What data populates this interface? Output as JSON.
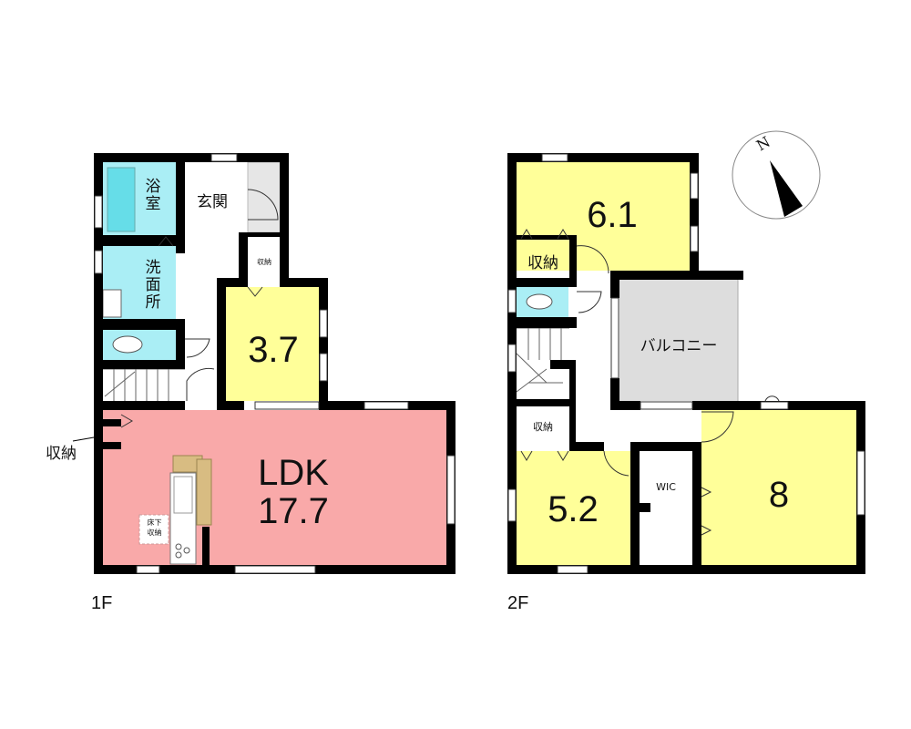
{
  "floors": {
    "first": {
      "label": "1F",
      "rooms": {
        "bath": "浴室",
        "entrance": "玄関",
        "washroom": "洗面所",
        "storage": "収納",
        "room_3_7": "3.7",
        "ldk_name": "LDK",
        "ldk_size": "17.7",
        "underfloor_storage": "床下収納",
        "outside_storage": "収納"
      }
    },
    "second": {
      "label": "2F",
      "rooms": {
        "room_6_1": "6.1",
        "storage_top": "収納",
        "balcony": "バルコニー",
        "storage_bottom": "収納",
        "room_5_2": "5.2",
        "wic": "WIC",
        "room_8": "8"
      }
    }
  },
  "compass": {
    "north_label": "N"
  },
  "colors": {
    "wall": "#000000",
    "room_yellow": "#ffff99",
    "ldk_pink": "#f9a9a9",
    "wet_blue": "#aaeef5",
    "balcony_gray": "#dddddd",
    "kitchen_tan": "#d8bc82"
  }
}
